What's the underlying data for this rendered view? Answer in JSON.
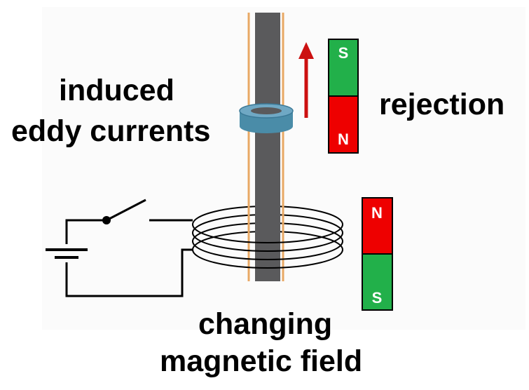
{
  "labels": {
    "induced": "induced",
    "eddy_currents": "eddy currents",
    "rejection": "rejection",
    "changing": "changing",
    "magnetic_field": "magnetic field"
  },
  "top_magnet": {
    "top_pole": "S",
    "bottom_pole": "N"
  },
  "bottom_magnet": {
    "top_pole": "N",
    "bottom_pole": "S"
  },
  "colors": {
    "north": "#ee0000",
    "south": "#22b04a",
    "rod": "#5a5a5c",
    "rod_sheath": "#e8a864",
    "eddy_ring": "#4a8ca8",
    "arrow": "#cc1111",
    "wire": "#000000"
  }
}
